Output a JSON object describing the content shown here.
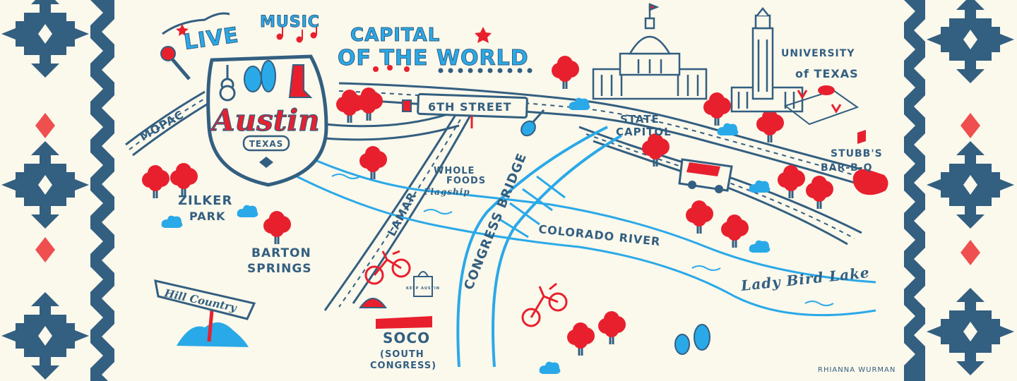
{
  "colors": {
    "paper": "#fbf8ec",
    "navy": "#335f80",
    "blue": "#2aa9e8",
    "red": "#e8202e",
    "pink": "#ef4f4f"
  },
  "headline": {
    "line1": "LIVE",
    "line2": "MUSIC",
    "line3": "CAPITAL",
    "line4": "OF THE WORLD"
  },
  "badge": {
    "city": "Austin",
    "state": "TEXAS"
  },
  "labels": {
    "mopac": "MOPAC",
    "sixth_street": "6TH STREET",
    "lamar": "LAMAR",
    "whole_foods_1": "WHOLE",
    "whole_foods_2": "FOODS",
    "whole_foods_3": "Flagship",
    "congress_bridge": "CONGRESS BRIDGE",
    "state_capitol_1": "STATE",
    "state_capitol_2": "CAPITOL",
    "ut_1": "UNIVERSITY",
    "ut_2": "of TEXAS",
    "stubbs_1": "STUBB'S",
    "stubbs_2": "BAR-B-Q",
    "zilker_1": "ZILKER",
    "zilker_2": "PARK",
    "barton_1": "BARTON",
    "barton_2": "SPRINGS",
    "hill_country": "Hill Country",
    "colorado_river": "COLORADO RIVER",
    "lady_bird_lake": "Lady Bird Lake",
    "soco_1": "SOCO",
    "soco_2": "(SOUTH",
    "soco_3": "CONGRESS)",
    "bag_text": "KEEP AUSTIN",
    "artist": "RHIANNA WURMAN"
  },
  "icons": [
    "microphone-icon",
    "music-note-icon",
    "guitar-icon",
    "cactus-icon",
    "cowboy-boot-icon",
    "capitol-building-icon",
    "ut-tower-icon",
    "longhorn-icon",
    "football-icon",
    "food-truck-icon",
    "bicycle-icon",
    "tote-bag-icon",
    "taco-icon",
    "cactus-icon",
    "bbq-pig-icon",
    "star-icon"
  ]
}
